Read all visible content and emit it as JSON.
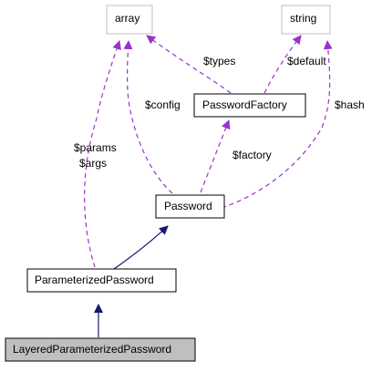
{
  "diagram": {
    "colors": {
      "inheritance": "#191970",
      "usage": "#9a32cd",
      "external_border": "#bfbfbf",
      "class_border": "#000000",
      "highlight_fill": "#bfbfbf",
      "label_text": "#000000"
    },
    "nodes": {
      "array": {
        "label": "array",
        "style": "external"
      },
      "string": {
        "label": "string",
        "style": "external"
      },
      "password_factory": {
        "label": "PasswordFactory",
        "style": "class"
      },
      "password": {
        "label": "Password",
        "style": "class"
      },
      "parameterized_password": {
        "label": "ParameterizedPassword",
        "style": "class"
      },
      "layered_parameterized_password": {
        "label": "LayeredParameterizedPassword",
        "style": "highlighted"
      }
    },
    "edges": [
      {
        "from": "layered_parameterized_password",
        "to": "parameterized_password",
        "kind": "inheritance"
      },
      {
        "from": "parameterized_password",
        "to": "password",
        "kind": "inheritance"
      },
      {
        "from": "parameterized_password",
        "to": "array",
        "kind": "usage",
        "labels": [
          "$params",
          "$args"
        ]
      },
      {
        "from": "password",
        "to": "array",
        "kind": "usage",
        "labels": [
          "$config"
        ]
      },
      {
        "from": "password",
        "to": "password_factory",
        "kind": "usage",
        "labels": [
          "$factory"
        ]
      },
      {
        "from": "password",
        "to": "string",
        "kind": "usage",
        "labels": [
          "$hash"
        ]
      },
      {
        "from": "password_factory",
        "to": "array",
        "kind": "usage",
        "labels": [
          "$types"
        ]
      },
      {
        "from": "password_factory",
        "to": "string",
        "kind": "usage",
        "labels": [
          "$default"
        ]
      }
    ]
  }
}
